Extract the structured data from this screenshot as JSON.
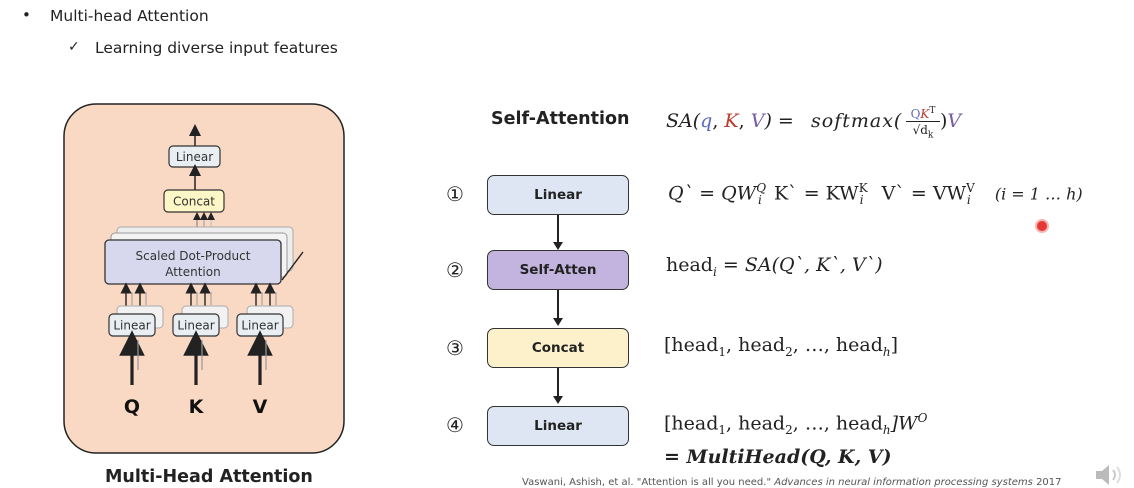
{
  "bullet": {
    "symbol": "•",
    "text": "Multi-head Attention"
  },
  "sub_bullet": {
    "symbol": "✓",
    "text": "Learning diverse input features"
  },
  "figure": {
    "caption": "Multi-Head Attention",
    "linear_top": "Linear",
    "concat": "Concat",
    "sdpa_line1": "Scaled Dot-Product",
    "sdpa_line2": "Attention",
    "linear_q": "Linear",
    "linear_k": "Linear",
    "linear_v": "Linear",
    "label_q": "Q",
    "label_k": "K",
    "label_v": "V",
    "colors": {
      "background": "#f9d9c4",
      "concat_fill": "#fdf6c6",
      "sdpa_fill": "#d7d8ee",
      "linear_fill": "#e9eef2"
    }
  },
  "self_attention": {
    "title": "Self-Attention",
    "formula": {
      "lhs": "SA(",
      "q": "q",
      "comma1": ",",
      "k": "K",
      "comma2": ",",
      "v": "V",
      "rparen": ")",
      "eq": "=",
      "softmax": "softmax(",
      "num_q": "Q",
      "num_k": "K",
      "num_t": "T",
      "den": "√d",
      "den_sub": "k",
      "close": ")",
      "vout": "V"
    }
  },
  "steps": [
    {
      "num": "①",
      "label": "Linear",
      "color": "#dde6f2"
    },
    {
      "num": "②",
      "label": "Self-Atten",
      "color": "#c3b3df"
    },
    {
      "num": "③",
      "label": "Concat",
      "color": "#fdf1cc"
    },
    {
      "num": "④",
      "label": "Linear",
      "color": "#dde6f2"
    }
  ],
  "equations": {
    "eq1": {
      "q": "Q` = QW",
      "q_sub": "i",
      "q_sup": "Q",
      "k": "K` = KW",
      "k_sub": "i",
      "k_sup": "K",
      "v": "V` = VW",
      "v_sub": "i",
      "v_sup": "V",
      "range": "(i = 1 … h)"
    },
    "eq2": {
      "head": "head",
      "sub": "i",
      "rest": " = SA(Q`, K`, V`)"
    },
    "eq3": {
      "open": "[head",
      "s1": "1",
      "mid": ", head",
      "s2": "2",
      "dots": ", …, head",
      "sh": "h",
      "close": "]"
    },
    "eq4": {
      "open": "[head",
      "s1": "1",
      "mid": ", head",
      "s2": "2",
      "dots": ", …, head",
      "sh": "h",
      "close": "]W",
      "sup": "O",
      "line2": "= MultiHead(Q, K, V)"
    }
  },
  "footer": {
    "text": "Vaswani, Ashish, et al. \"Attention is all you need.\" ",
    "italic": "Advances in neural information processing systems",
    "year": " 2017"
  }
}
